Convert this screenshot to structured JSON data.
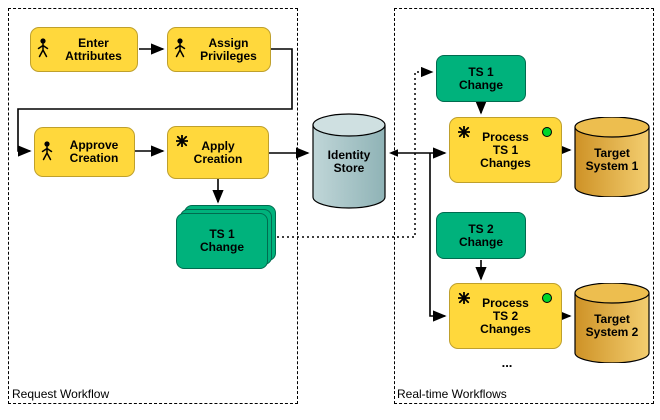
{
  "groups": {
    "request": {
      "label": "Request Workflow"
    },
    "realtime": {
      "label": "Real-time Workflows"
    }
  },
  "nodes": {
    "enter_attributes": {
      "label": "Enter Attributes"
    },
    "assign_privileges": {
      "label": "Assign Privileges"
    },
    "approve_creation": {
      "label": "Approve Creation"
    },
    "apply_creation": {
      "label": "Apply Creation"
    },
    "ts1_change_stack": {
      "label": "TS 1 Change"
    },
    "identity_store": {
      "label": "Identity Store"
    },
    "ts1_change": {
      "label": "TS 1 Change"
    },
    "process_ts1_changes": {
      "label": "Process TS 1 Changes"
    },
    "target_system_1": {
      "label": "Target System 1"
    },
    "ts2_change": {
      "label": "TS 2 Change"
    },
    "process_ts2_changes": {
      "label": "Process TS 2 Changes"
    },
    "target_system_2": {
      "label": "Target System 2"
    },
    "more_indicator": {
      "label": "..."
    }
  },
  "icons": {
    "person_icon": "stick-figure",
    "automation_icon": "eight-spoke-asterisk",
    "status_icon": "green-dot",
    "identity_store_icon": "teal-cylinder",
    "target_system_icon": "orange-cylinder"
  },
  "colors": {
    "task_fill": "#FFD83C",
    "task_border": "#BFA02C",
    "event_fill": "#00B27C",
    "event_border": "#006B4F",
    "store_fill": "#A3C3C6",
    "target_fill": "#E0A43C",
    "status_dot": "#00D62A",
    "line": "#000000",
    "background": "#FFFFFF"
  }
}
